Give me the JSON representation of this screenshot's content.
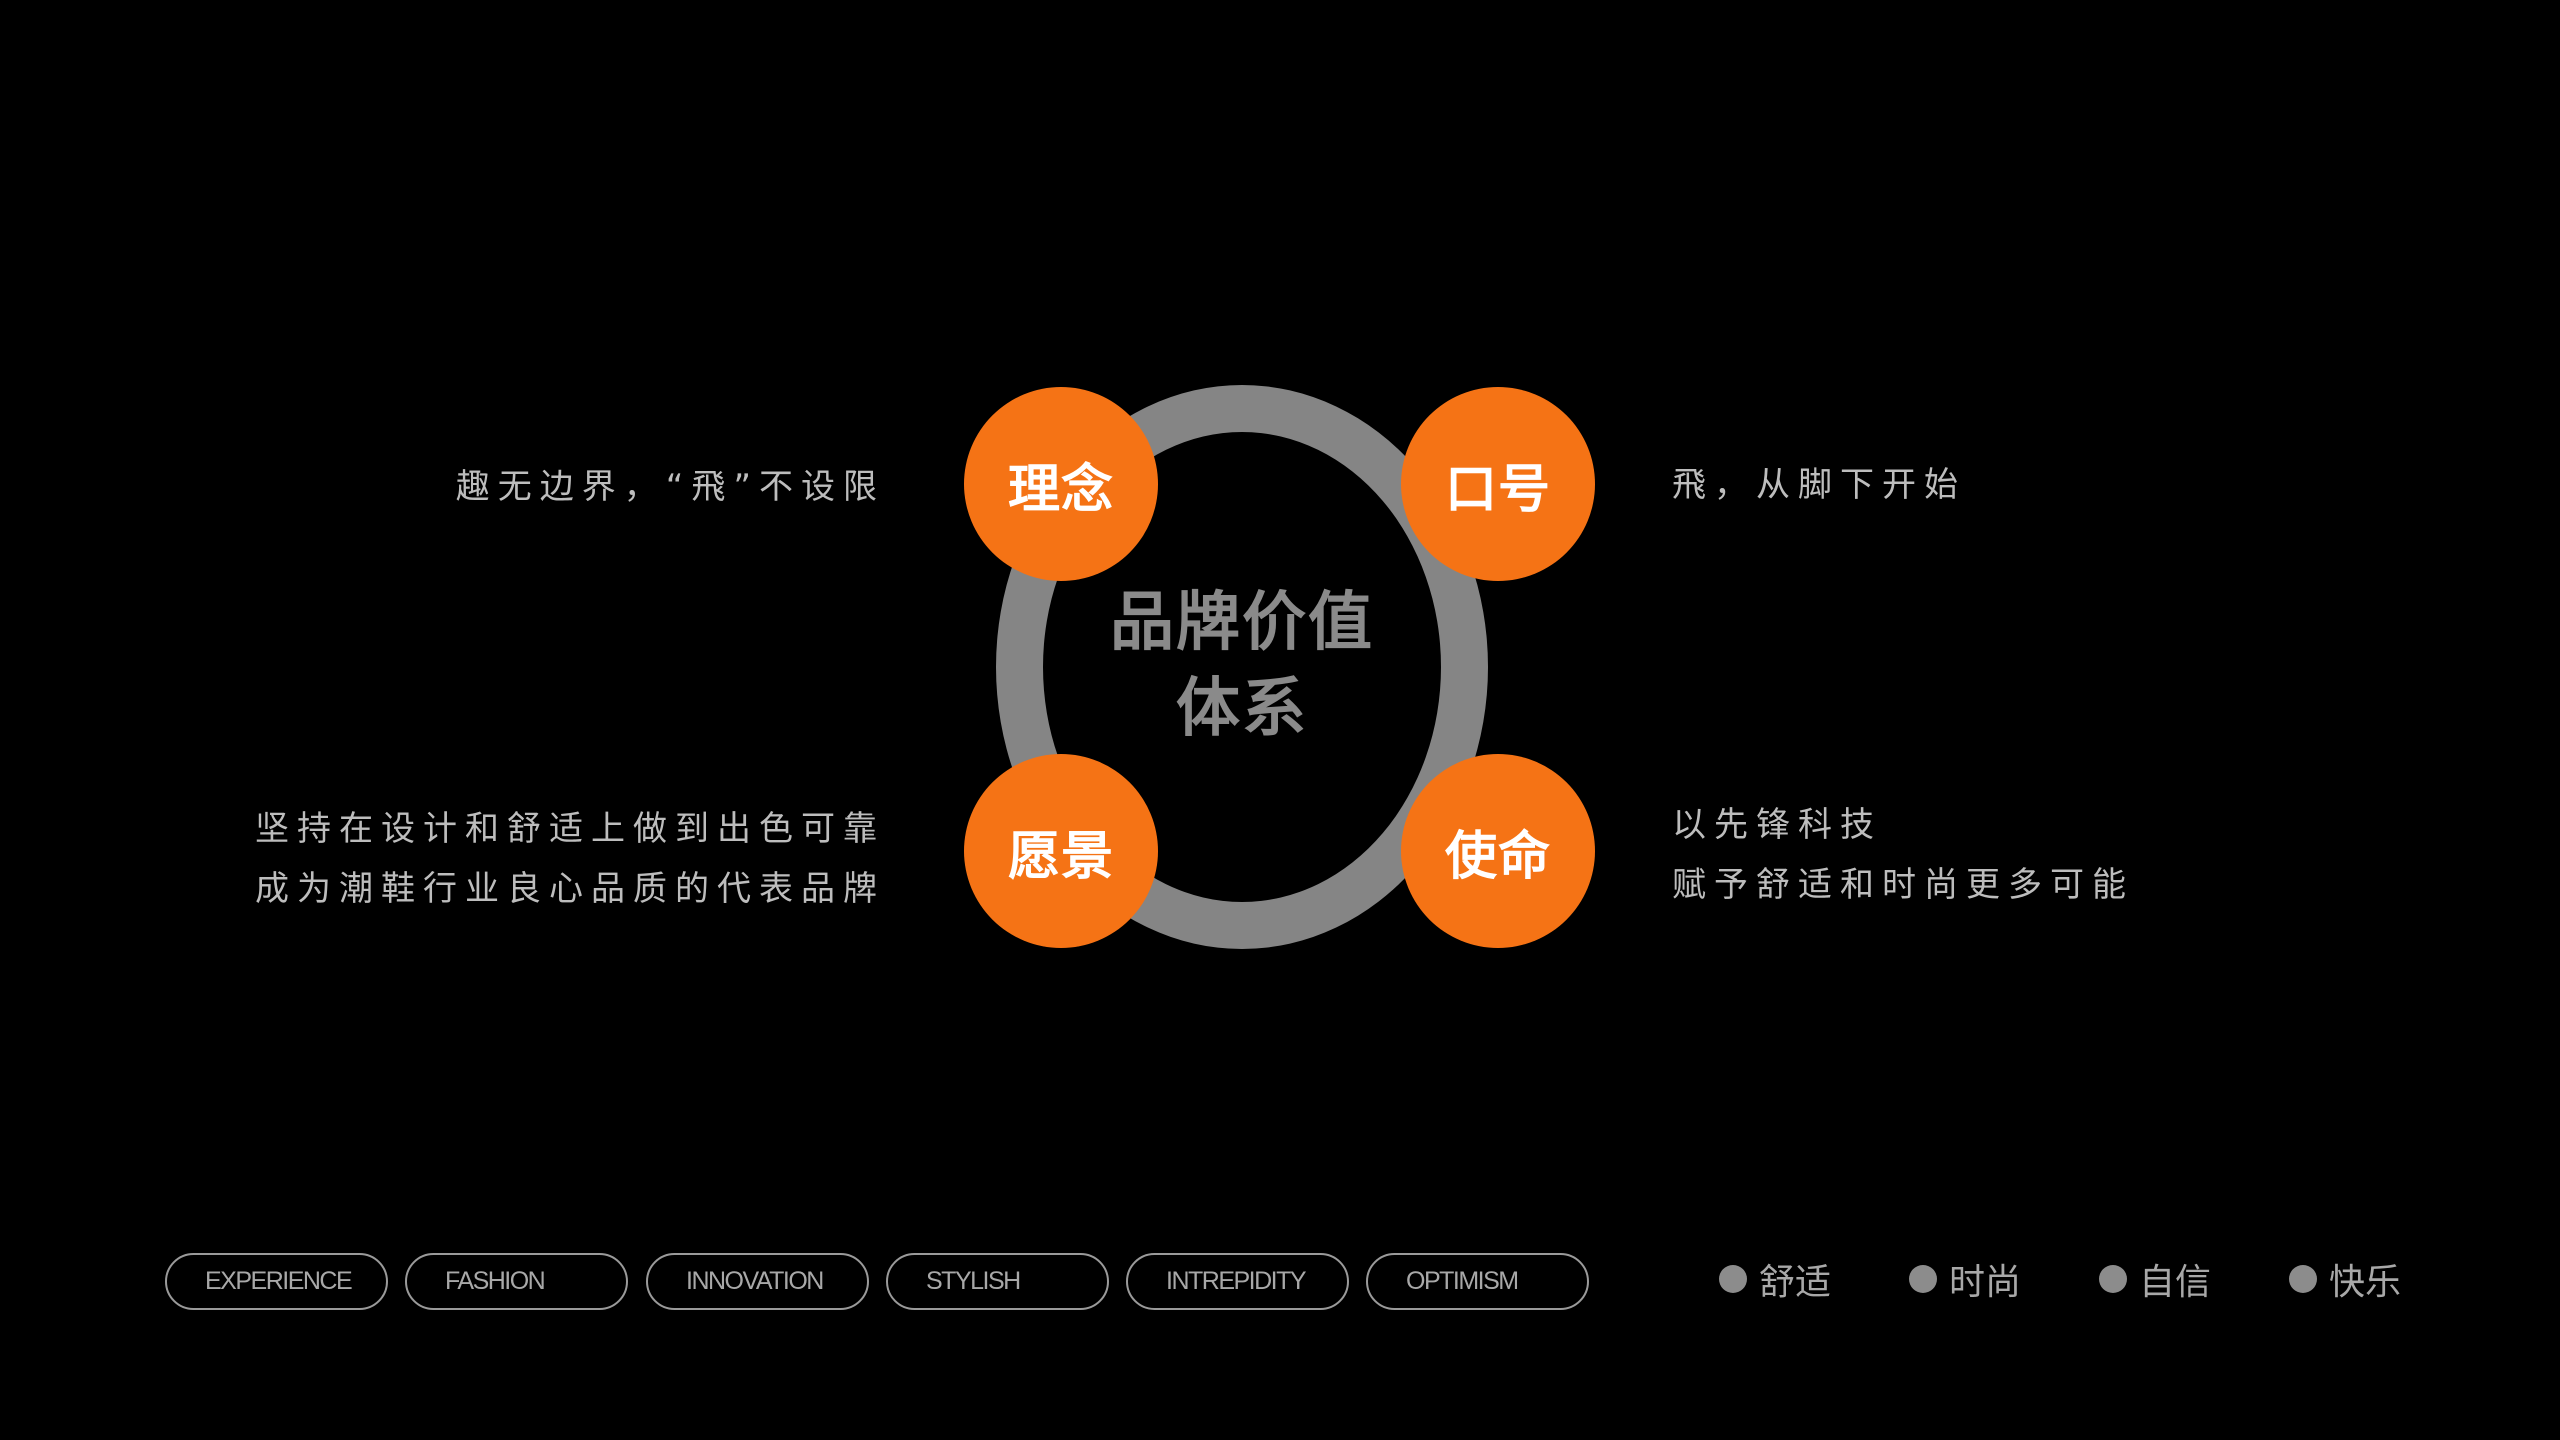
{
  "diagram": {
    "title_line1": "品牌价值",
    "title_line2": "体系",
    "colors": {
      "background": "#000000",
      "node": "#f57315",
      "ring": "#858585",
      "text": "#bdbdbd",
      "title": "#8a8a8a"
    },
    "nodes": [
      {
        "label": "理念",
        "description": [
          "趣无边界，“飛”不设限"
        ]
      },
      {
        "label": "口号",
        "description": [
          "飛，从脚下开始"
        ]
      },
      {
        "label": "愿景",
        "description": [
          "坚持在设计和舒适上做到出色可靠",
          "成为潮鞋行业良心品质的代表品牌"
        ]
      },
      {
        "label": "使命",
        "description": [
          "以先锋科技",
          "赋予舒适和时尚更多可能"
        ]
      }
    ]
  },
  "tags": [
    "EXPERIENCE",
    "FASHION",
    "INNOVATION",
    "STYLISH",
    "INTREPIDITY",
    "OPTIMISM"
  ],
  "keywords": [
    "舒适",
    "时尚",
    "自信",
    "快乐"
  ]
}
